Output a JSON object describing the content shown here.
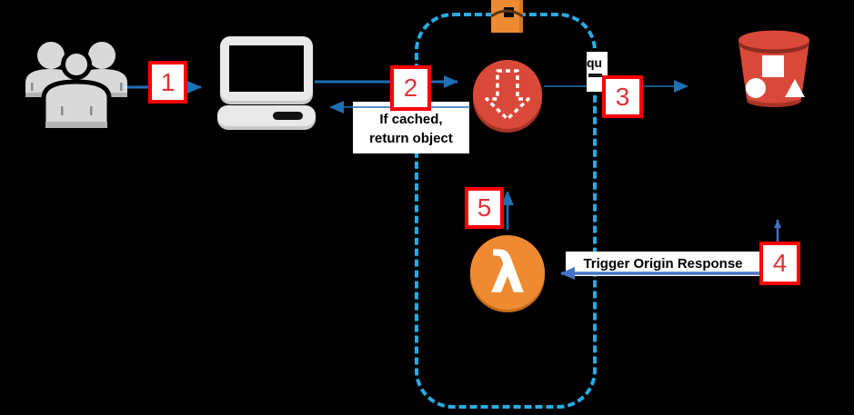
{
  "diagram": {
    "type": "aws-architecture-flow",
    "background": "#000000"
  },
  "palette": {
    "arrow_blue": "#1f6fb5",
    "arrow_royal": "#4472c4",
    "dashed_boundary_blue": "#29abe2",
    "step_border_red": "#ff0000",
    "step_number_red": "#e03238",
    "icon_red": "#d9493a",
    "icon_red_shadow": "#a83325",
    "icon_orange": "#ee8a31",
    "icon_orange_shadow": "#c06a1a",
    "icon_gray": "#d9d9d9",
    "label_bg": "#ffffff",
    "label_text": "#000000"
  },
  "nodes": {
    "users": {
      "icon": "users-group-icon"
    },
    "computer": {
      "icon": "client-computer-icon"
    },
    "edge": {
      "icon": "edge-location-icon"
    },
    "cloudfront": {
      "icon": "cloudfront-download-icon"
    },
    "lambda": {
      "icon": "lambda-icon",
      "glyph": "λ"
    },
    "bucket": {
      "icon": "s3-bucket-icon"
    }
  },
  "steps": [
    {
      "number": "1"
    },
    {
      "number": "2"
    },
    {
      "number": "3"
    },
    {
      "number": "4"
    },
    {
      "number": "5"
    }
  ],
  "labels": {
    "if_cached_line1": "If cached,",
    "if_cached_line2": "return object",
    "trigger_origin": "Trigger Origin Response",
    "request_fragment": "qu"
  }
}
